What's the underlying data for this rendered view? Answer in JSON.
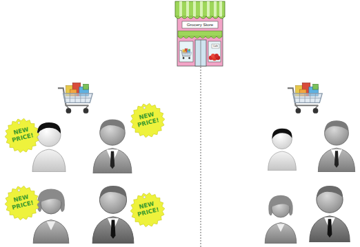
{
  "diagram": {
    "nodes": [
      {
        "text": [
          "NEW PRICE!"
        ]
      },
      {
        "text": [
          "NEW PRICE!"
        ]
      },
      {
        "text": [
          "NEW PRICE!"
        ]
      },
      {
        "text": [
          "NEW PRICE!"
        ]
      }
    ],
    "labels": [
      "Grocery Store",
      "Cafe"
    ]
  }
}
